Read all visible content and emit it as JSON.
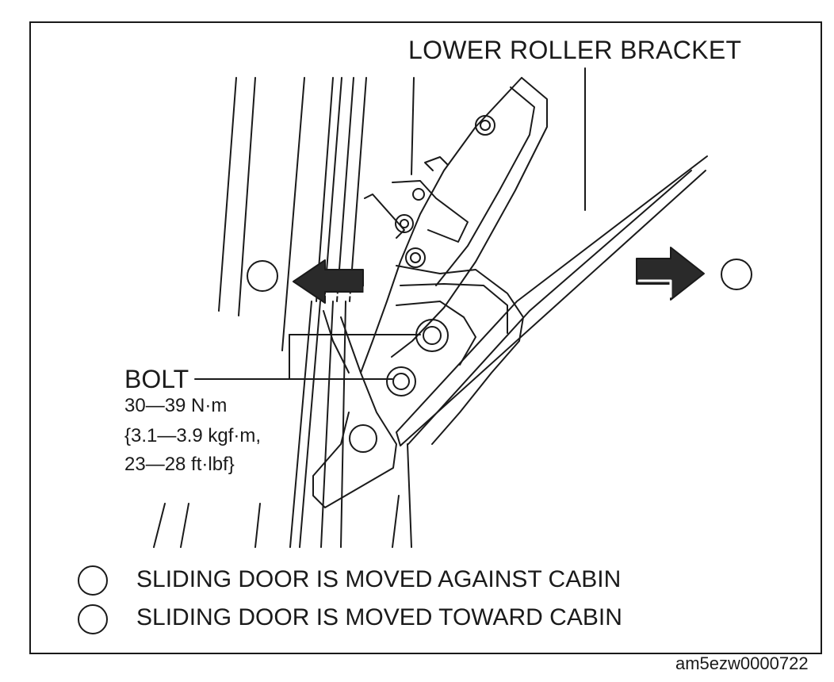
{
  "diagram": {
    "title_label": "LOWER ROLLER BRACKET",
    "bolt_label": "BOLT",
    "torque_lines": [
      "30—39 N·m",
      "{3.1—3.9 kgf·m,",
      "23—28 ft·lbf}"
    ],
    "legend": [
      {
        "symbol": "open-circle",
        "text": "SLIDING DOOR IS MOVED AGAINST CABIN"
      },
      {
        "symbol": "open-circle",
        "text": "SLIDING DOOR IS MOVED TOWARD CABIN"
      }
    ],
    "reference_code": "am5ezw0000722"
  }
}
